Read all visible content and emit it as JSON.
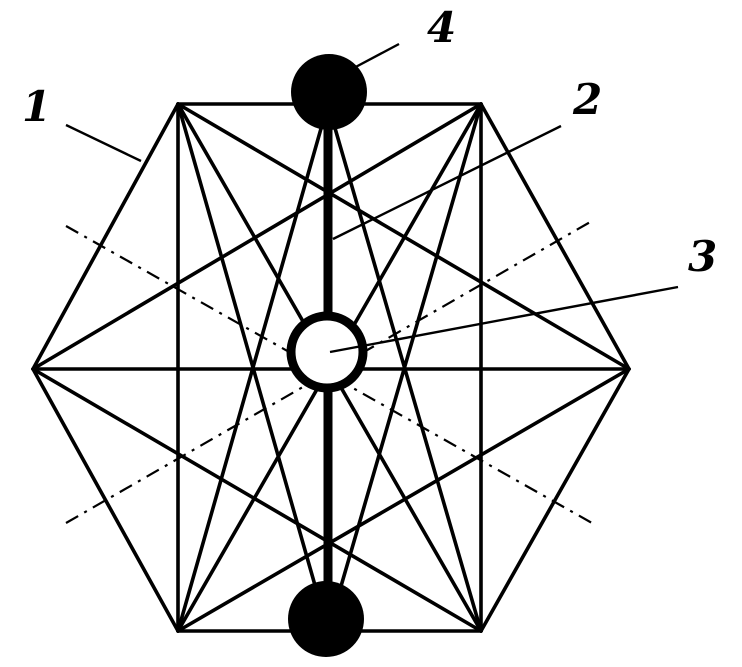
{
  "labels": [
    {
      "id": "1",
      "text": "1"
    },
    {
      "id": "2",
      "text": "2"
    },
    {
      "id": "3",
      "text": "3"
    },
    {
      "id": "4",
      "text": "4"
    }
  ],
  "colors": {
    "ink": "#000000",
    "paper": "#ffffff"
  }
}
